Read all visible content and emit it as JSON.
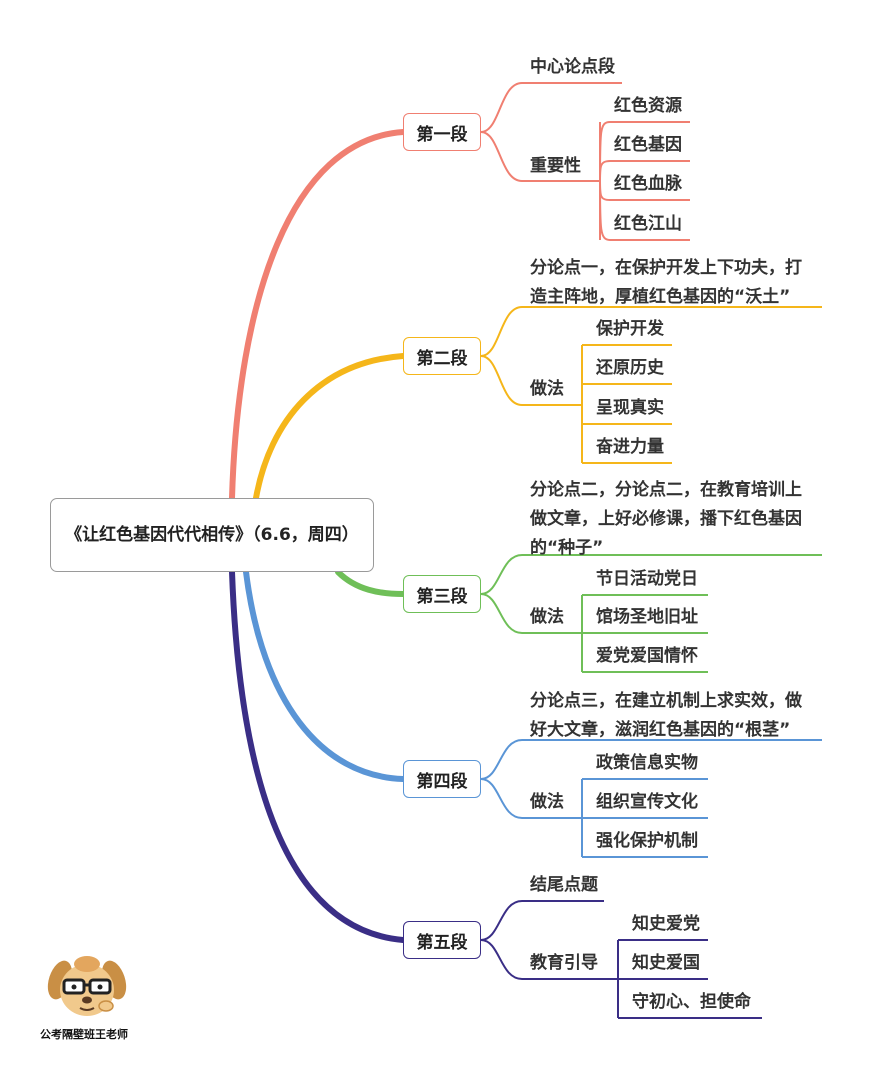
{
  "root": {
    "title": "《让红色基因代代相传》（6.6，周四）"
  },
  "colors": {
    "s1": "#f07f71",
    "s2": "#f5b61a",
    "s3": "#6fbf58",
    "s4": "#5a95d6",
    "s5": "#3a2e86"
  },
  "sections": [
    {
      "label": "第一段",
      "topic": "中心论点段",
      "group_label": "重要性",
      "items": [
        "红色资源",
        "红色基因",
        "红色血脉",
        "红色江山"
      ]
    },
    {
      "label": "第二段",
      "topic_line1": "分论点一，在保护开发上下功夫，打",
      "topic_line2": "造主阵地，厚植红色基因的“沃土”",
      "group_label": "做法",
      "items": [
        "保护开发",
        "还原历史",
        "呈现真实",
        "奋进力量"
      ]
    },
    {
      "label": "第三段",
      "topic_line1": "分论点二，分论点二，在教育培训上",
      "topic_line2": "做文章，上好必修课，播下红色基因",
      "topic_line3": "的“种子”",
      "group_label": "做法",
      "items": [
        "节日活动党日",
        "馆场圣地旧址",
        "爱党爱国情怀"
      ]
    },
    {
      "label": "第四段",
      "topic_line1": "分论点三，在建立机制上求实效，做",
      "topic_line2": "好大文章，滋润红色基因的“根茎”",
      "group_label": "做法",
      "items": [
        "政策信息实物",
        "组织宣传文化",
        "强化保护机制"
      ]
    },
    {
      "label": "第五段",
      "topic": "结尾点题",
      "group_label": "教育引导",
      "items": [
        "知史爱党",
        "知史爱国",
        "守初心、担使命"
      ]
    }
  ],
  "mascot": {
    "caption": "公考隔壁班王老师"
  }
}
